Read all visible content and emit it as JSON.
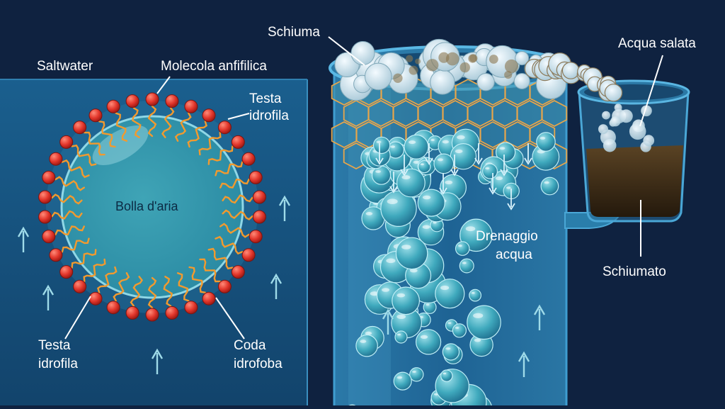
{
  "labels": {
    "saltwater": "Saltwater",
    "amphiphilic_molecule": "Molecola anfifilica",
    "hydrophilic_head_top_line1": "Testa",
    "hydrophilic_head_top_line2": "idrofila",
    "air_bubble": "Bolla d'aria",
    "hydrophilic_head_bottom_line1": "Testa",
    "hydrophilic_head_bottom_line2": "idrofila",
    "hydrophobic_tail_line1": "Coda",
    "hydrophobic_tail_line2": "idrofoba",
    "foam": "Schiuma",
    "salt_water": "Acqua salata",
    "water_drainage_line1": "Drenaggio",
    "water_drainage_line2": "acqua",
    "skimmate": "Schiumato"
  },
  "colors": {
    "background": "#0f2240",
    "water": "#17527f",
    "bubble": "#3aa0b4",
    "head": "#e2362b",
    "tail": "#f29a2e",
    "skimmate": "#3a2a16"
  }
}
